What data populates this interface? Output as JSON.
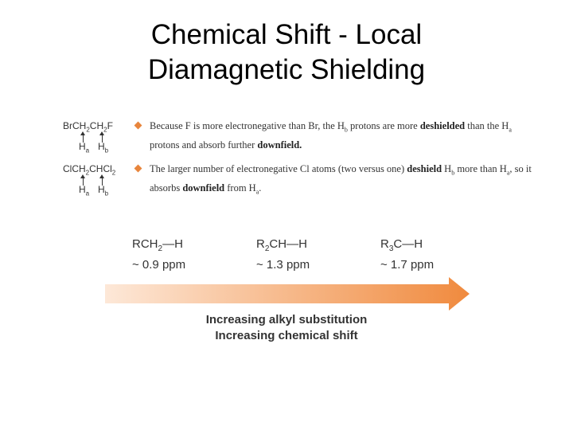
{
  "title": {
    "line1": "Chemical Shift - Local",
    "line2": "Diamagnetic Shielding"
  },
  "molecules": [
    {
      "formula_parts": [
        "BrCH",
        "2",
        "CH",
        "2",
        "F"
      ],
      "labels": [
        {
          "main": "H",
          "sub": "a"
        },
        {
          "main": "H",
          "sub": "b"
        }
      ]
    },
    {
      "formula_parts": [
        "ClCH",
        "2",
        "CHCl",
        "2",
        ""
      ],
      "labels": [
        {
          "main": "H",
          "sub": "a"
        },
        {
          "main": "H",
          "sub": "b"
        }
      ]
    }
  ],
  "bullets": [
    {
      "parts": [
        {
          "t": "Because F is more electronegative than Br, the H"
        },
        {
          "t": "b",
          "sub": true
        },
        {
          "t": " protons are more "
        },
        {
          "t": "deshielded",
          "b": true
        },
        {
          "t": " than the H"
        },
        {
          "t": "a",
          "sub": true
        },
        {
          "t": " protons and absorb further "
        },
        {
          "t": "downfield.",
          "b": true
        }
      ]
    },
    {
      "parts": [
        {
          "t": "The larger number of electronegative Cl atoms (two versus one) "
        },
        {
          "t": "deshield",
          "b": true
        },
        {
          "t": " H"
        },
        {
          "t": "b",
          "sub": true
        },
        {
          "t": " more than H"
        },
        {
          "t": "a",
          "sub": true
        },
        {
          "t": ", so it absorbs "
        },
        {
          "t": "downfield",
          "b": true
        },
        {
          "t": " from H"
        },
        {
          "t": "a",
          "sub": true
        },
        {
          "t": "."
        }
      ]
    }
  ],
  "shift_items": [
    {
      "formula_parts": [
        "RCH",
        "2",
        "—H"
      ],
      "ppm": "~ 0.9 ppm"
    },
    {
      "formula_parts": [
        "R",
        "2",
        "CH—H"
      ],
      "ppm": "~ 1.3 ppm"
    },
    {
      "formula_parts": [
        "R",
        "3",
        "C—H"
      ],
      "ppm": "~ 1.7 ppm"
    }
  ],
  "arrow": {
    "color_start": "#fde8d8",
    "color_end": "#f08a3e"
  },
  "captions": {
    "line1": "Increasing alkyl substitution",
    "line2": "Increasing chemical shift"
  },
  "colors": {
    "bullet": "#e8853c",
    "text": "#333333"
  }
}
